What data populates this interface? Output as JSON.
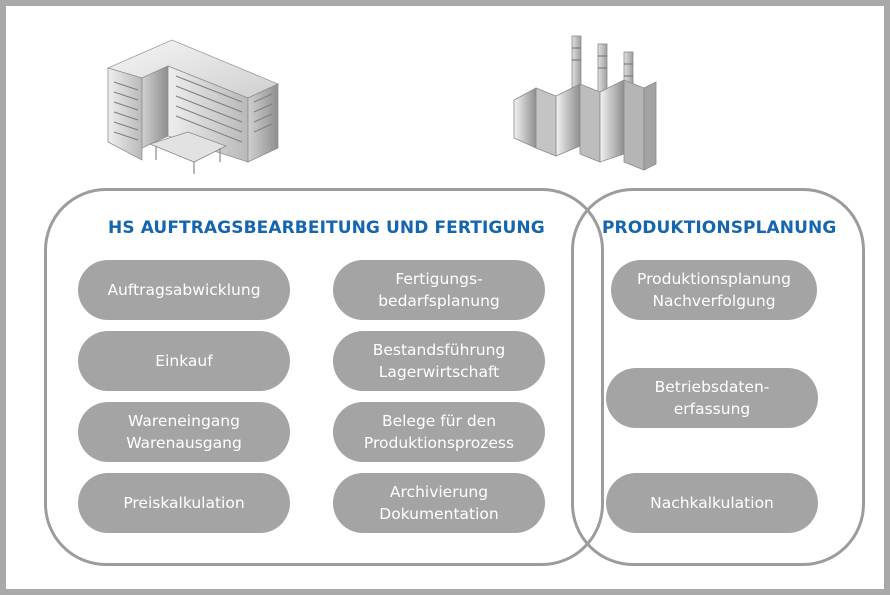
{
  "groups": {
    "left": {
      "title": "HS AUFTRAGSBEARBEITUNG UND FERTIGUNG",
      "items": [
        {
          "lines": [
            "Auftragsabwicklung"
          ]
        },
        {
          "lines": [
            "Fertigungs-",
            "bedarfsplanung"
          ]
        },
        {
          "lines": [
            "Einkauf"
          ]
        },
        {
          "lines": [
            "Bestandsführung",
            "Lagerwirtschaft"
          ]
        },
        {
          "lines": [
            "Wareneingang",
            "Warenausgang"
          ]
        },
        {
          "lines": [
            "Belege für den",
            "Produktionsprozess"
          ]
        },
        {
          "lines": [
            "Preiskalkulation"
          ]
        },
        {
          "lines": [
            "Archivierung",
            "Dokumentation"
          ]
        }
      ]
    },
    "right": {
      "title": "PRODUKTIONSPLANUNG",
      "items": [
        {
          "lines": [
            "Produktionsplanung",
            "Nachverfolgung"
          ]
        },
        {
          "lines": [
            "Betriebsdaten-",
            "erfassung"
          ]
        },
        {
          "lines": [
            "Nachkalkulation"
          ]
        }
      ]
    }
  },
  "colors": {
    "title": "#1565b0",
    "pill": "#a4a4a4",
    "outline": "#9c9c9c",
    "frame": "#a9a9a9"
  },
  "icons": {
    "left": "office-building-icon",
    "right": "factory-icon"
  }
}
